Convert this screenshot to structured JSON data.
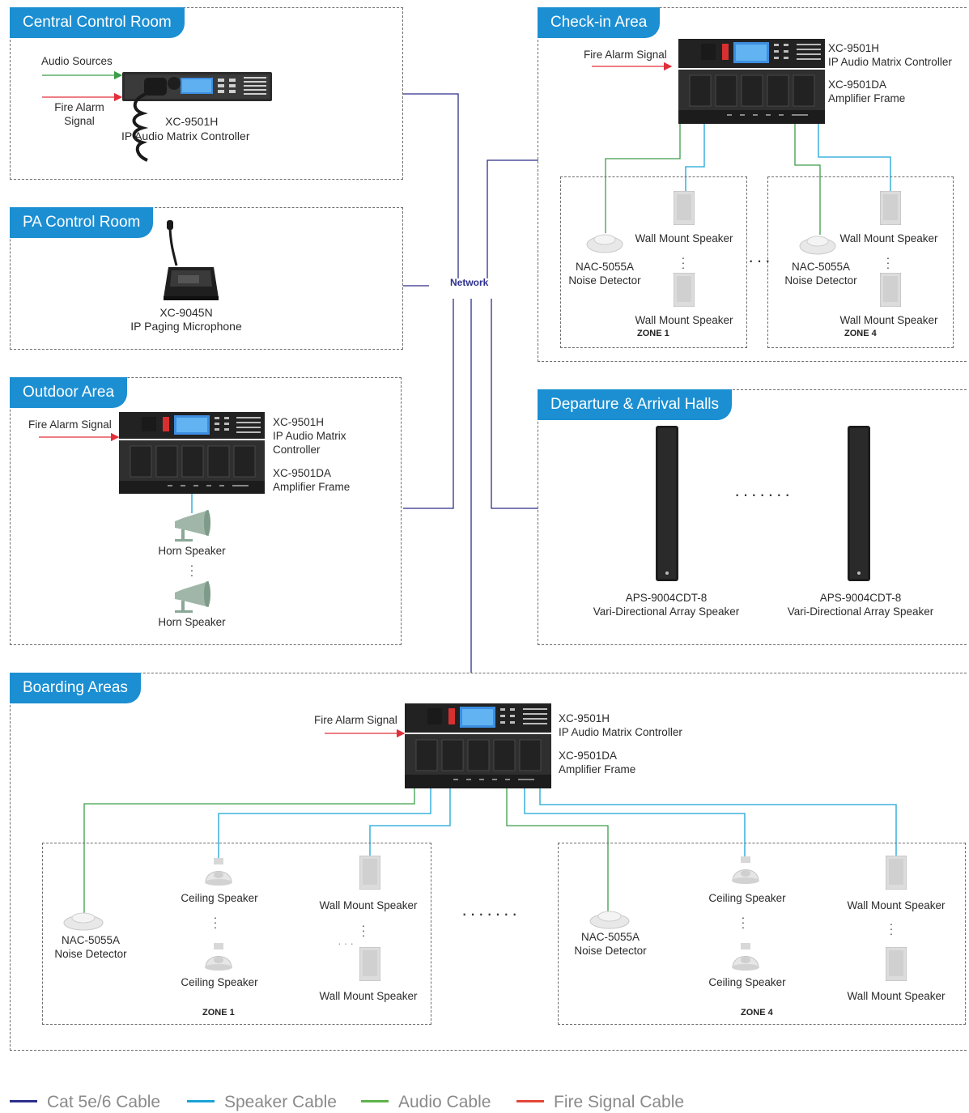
{
  "sections": {
    "central": "Central Control Room",
    "pa": "PA Control Room",
    "outdoor": "Outdoor Area",
    "checkin": "Check-in Area",
    "departure": "Departure & Arrival Halls",
    "boarding": "Boarding Areas"
  },
  "central": {
    "audio_sources": "Audio Sources",
    "fire_alarm_1": "Fire Alarm",
    "fire_alarm_2": "Signal",
    "model": "XC-9501H",
    "name": "IP Audio Matrix Controller"
  },
  "pa": {
    "model": "XC-9045N",
    "name": "IP Paging Microphone"
  },
  "outdoor": {
    "fire_alarm": "Fire Alarm Signal",
    "ctrl_model": "XC-9501H",
    "ctrl_name_1": "IP Audio Matrix",
    "ctrl_name_2": "Controller",
    "amp_model": "XC-9501DA",
    "amp_name": "Amplifier Frame",
    "horn1": "Horn Speaker",
    "horn2": "Horn Speaker"
  },
  "network": "Network",
  "checkin": {
    "fire_alarm": "Fire Alarm Signal",
    "ctrl_model": "XC-9501H",
    "ctrl_name": "IP Audio Matrix Controller",
    "amp_model": "XC-9501DA",
    "amp_name": "Amplifier Frame",
    "zone1": {
      "wall_top": "Wall Mount Speaker",
      "wall_bottom": "Wall Mount Speaker",
      "nd_model": "NAC-5055A",
      "nd_name": "Noise Detector",
      "zone": "ZONE 1"
    },
    "zone4": {
      "wall_top": "Wall Mount Speaker",
      "wall_bottom": "Wall Mount Speaker",
      "nd_model": "NAC-5055A",
      "nd_name": "Noise Detector",
      "zone": "ZONE 4"
    }
  },
  "departure": {
    "s1_model": "APS-9004CDT-8",
    "s1_name": "Vari-Directional Array Speaker",
    "s2_model": "APS-9004CDT-8",
    "s2_name": "Vari-Directional Array Speaker"
  },
  "boarding": {
    "fire_alarm": "Fire Alarm Signal",
    "ctrl_model": "XC-9501H",
    "ctrl_name": "IP Audio Matrix Controller",
    "amp_model": "XC-9501DA",
    "amp_name": "Amplifier Frame",
    "zone1": {
      "nd_model": "NAC-5055A",
      "nd_name": "Noise Detector",
      "ceiling_top": "Ceiling Speaker",
      "ceiling_bottom": "Ceiling Speaker",
      "wall_top": "Wall Mount Speaker",
      "wall_bottom": "Wall Mount Speaker",
      "zone": "ZONE 1"
    },
    "zone4": {
      "nd_model": "NAC-5055A",
      "nd_name": "Noise Detector",
      "ceiling_top": "Ceiling Speaker",
      "ceiling_bottom": "Ceiling Speaker",
      "wall_top": "Wall Mount Speaker",
      "wall_bottom": "Wall Mount Speaker",
      "zone": "ZONE 4"
    }
  },
  "legend": [
    {
      "label": "Cat 5e/6 Cable",
      "color": "#2d2f8c"
    },
    {
      "label": "Speaker Cable",
      "color": "#1aa3d6"
    },
    {
      "label": "Audio Cable",
      "color": "#5fb24a"
    },
    {
      "label": "Fire Signal Cable",
      "color": "#e5463a"
    }
  ],
  "colors": {
    "network": "#2d2f8c",
    "speaker": "#1aa3d6",
    "audio": "#3c9d4a",
    "fire": "#e0303a",
    "tab": "#1b8fd2"
  }
}
